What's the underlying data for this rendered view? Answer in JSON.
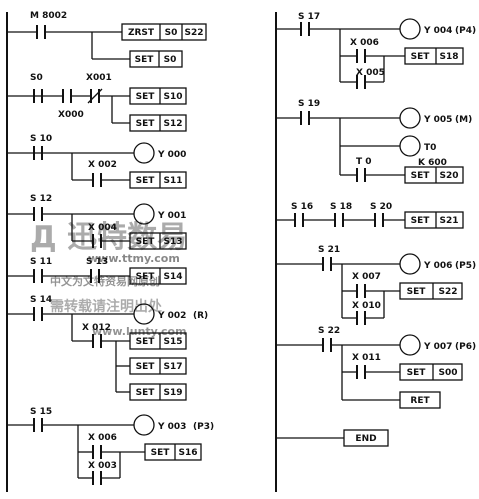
{
  "rungs": {
    "r1": {
      "contact": "M 8002",
      "zrst": "ZRST",
      "zrst_a": "S0",
      "zrst_b": "S22",
      "set": "SET",
      "set_target": "S0"
    },
    "r2": {
      "c1": "S0",
      "c2": "X000",
      "c3": "X001",
      "set": "SET",
      "t1": "S10",
      "t2": "S12"
    },
    "r3": {
      "contact": "S 10",
      "coil": "Y 000",
      "cond": "X 002",
      "set": "SET",
      "target": "S11"
    },
    "r4": {
      "contact": "S 12",
      "coil": "Y 001",
      "cond": "X 004",
      "set": "SET",
      "target": "S13"
    },
    "r5": {
      "c1": "S 11",
      "c2": "S 13",
      "set": "SET",
      "target": "S14"
    },
    "r6": {
      "contact": "S 14",
      "coil": "Y 002",
      "coil_note": "(R)",
      "cond": "X 012",
      "set": "SET",
      "t1": "S15",
      "t2": "S17",
      "t3": "S19"
    },
    "r7": {
      "contact": "S 15",
      "coil": "Y 003",
      "coil_note": "(P3)",
      "c1": "X 006",
      "c2": "X 003",
      "set": "SET",
      "target": "S16"
    },
    "r8": {
      "contact": "S 17",
      "coil": "Y 004",
      "coil_note": "(P4)",
      "c1": "X 006",
      "c2": "X 005",
      "set": "SET",
      "target": "S18"
    },
    "r9": {
      "contact": "S 19",
      "coil": "Y 005",
      "coil_note": "(M)",
      "timer_coil": "T0",
      "timer_contact": "T 0",
      "preset": "K 600",
      "set": "SET",
      "target": "S20"
    },
    "r10": {
      "c1": "S 16",
      "c2": "S 18",
      "c3": "S 20",
      "set": "SET",
      "target": "S21"
    },
    "r11": {
      "contact": "S 21",
      "coil": "Y 006",
      "coil_note": "(P5)",
      "c1": "X 007",
      "c2": "X 010",
      "set": "SET",
      "target": "S22"
    },
    "r12": {
      "contact": "S 22",
      "coil": "Y 007",
      "coil_note": "(P6)",
      "cond": "X 011",
      "set": "SET",
      "target": "S00",
      "ret": "RET"
    },
    "end": "END"
  },
  "watermark": {
    "brand": "Д 迅特数易",
    "url1": "www.ttmy.com",
    "line2": "中文为文特资易网原创",
    "line3": "需转载请注明出处",
    "url2": "www.lunty.com",
    "color": "#d93a3a"
  }
}
